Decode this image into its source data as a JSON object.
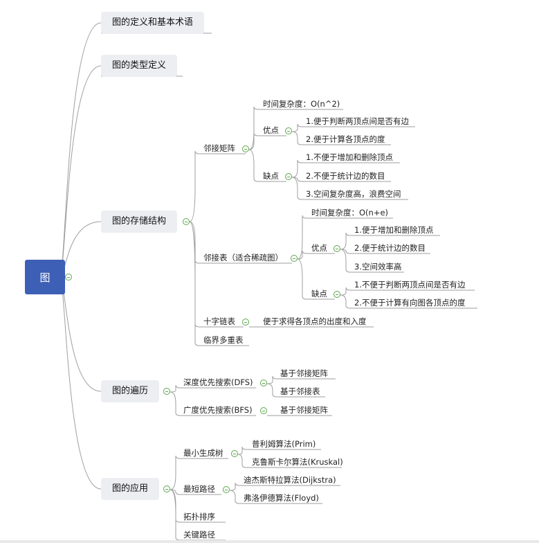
{
  "root": {
    "label": "图"
  },
  "nodes": {
    "def": "图的定义和基本术语",
    "types": "图的类型定义",
    "storage": "图的存储结构",
    "traverse": "图的遍历",
    "apply": "图的应用",
    "adj_matrix": "邻接矩阵",
    "am_time": "时间复杂度：O(n^2)",
    "am_pros": "优点",
    "am_pro1": "1.便于判断两顶点间是否有边",
    "am_pro2": "2.便于计算各顶点的度",
    "am_cons": "缺点",
    "am_con1": "1.不便于增加和删除顶点",
    "am_con2": "2.不便于统计边的数目",
    "am_con3": "3.空间复杂度高，浪费空间",
    "adj_list": "邻接表（适合稀疏图）",
    "al_time": "时间复杂度：O(n+e)",
    "al_pros": "优点",
    "al_pro1": "1.便于增加和删除顶点",
    "al_pro2": "2.便于统计边的数目",
    "al_pro3": "3.空间效率高",
    "al_cons": "缺点",
    "al_con1": "1.不便于判断两顶点间是否有边",
    "al_con2": "2.不便于计算有向图各顶点的度",
    "cross": "十字链表",
    "cross_desc": "便于求得各顶点的出度和入度",
    "multi": "临界多重表",
    "dfs": "深度优先搜索(DFS)",
    "dfs1": "基于邻接矩阵",
    "dfs2": "基于邻接表",
    "bfs": "广度优先搜索(BFS)",
    "bfs1": "基于邻接矩阵",
    "mst": "最小生成树",
    "prim": "普利姆算法(Prim)",
    "kruskal": "克鲁斯卡尔算法(Kruskal)",
    "shortest": "最短路径",
    "dijkstra": "迪杰斯特拉算法(Dijkstra)",
    "floyd": "弗洛伊德算法(Floyd)",
    "topo": "拓扑排序",
    "critical": "关键路径"
  },
  "colors": {
    "root_fill": "#3d5fb5",
    "main_fill": "#eceef2",
    "line": "#9e9e9e",
    "toggle": "#5aa64a"
  }
}
